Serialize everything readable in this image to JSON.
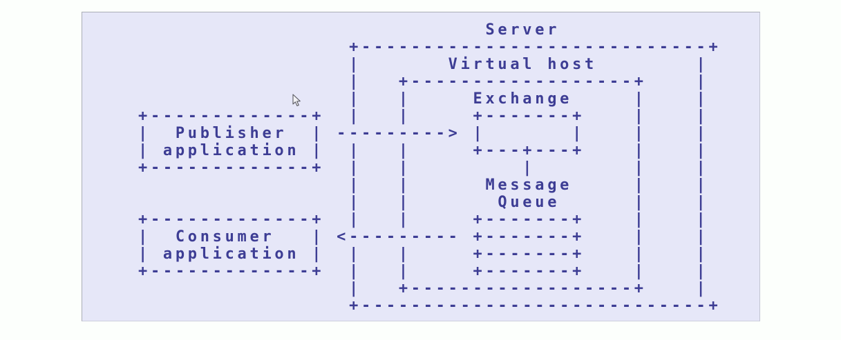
{
  "page": {
    "background_color": "#fcfffc"
  },
  "panel": {
    "background_color": "#e6e7f8",
    "border_color": "#aaacb6",
    "text_color": "#3d3d94"
  },
  "diagram": {
    "kind": "ascii-architecture-diagram",
    "nodes": [
      "Server",
      "Virtual host",
      "Exchange",
      "Message Queue",
      "Publisher application",
      "Consumer application"
    ],
    "lines": [
      "                            Server",
      "                 +----------------------------+",
      "                 |       Virtual host        |",
      "                 |   +------------------+    |",
      "                 |   |     Exchange     |    |",
      "+-------------+  |   |     +-------+    |    |",
      "|  Publisher  | ---------> |       |    |    |",
      "| application |  |   |     +---+---+    |    |",
      "+-------------+  |   |         |        |    |",
      "                 |   |      Message     |    |",
      "                 |   |       Queue      |    |",
      "+-------------+  |   |     +-------+    |    |",
      "|  Consumer   | <--------- +-------+    |    |",
      "| application |  |   |     +-------+    |    |",
      "+-------------+  |   |     +-------+    |    |",
      "                 |   +------------------+    |",
      "                 +----------------------------+"
    ]
  },
  "cursor": {
    "type": "arrow-pointer"
  }
}
